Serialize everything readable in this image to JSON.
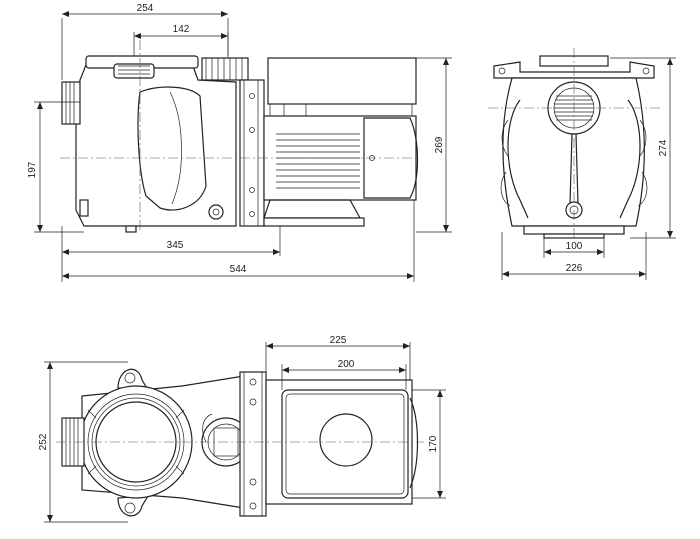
{
  "drawing": {
    "dimensions": {
      "overall_length": "544",
      "base_length": "345",
      "top_length": "254",
      "inlet_to_port": "142",
      "inlet_height": "197",
      "total_height": "269",
      "end_height": "274",
      "end_width": "226",
      "foot_width": "100",
      "plan_width": "252",
      "motor_length": "225",
      "motor_box_length": "200",
      "motor_width": "170"
    }
  }
}
